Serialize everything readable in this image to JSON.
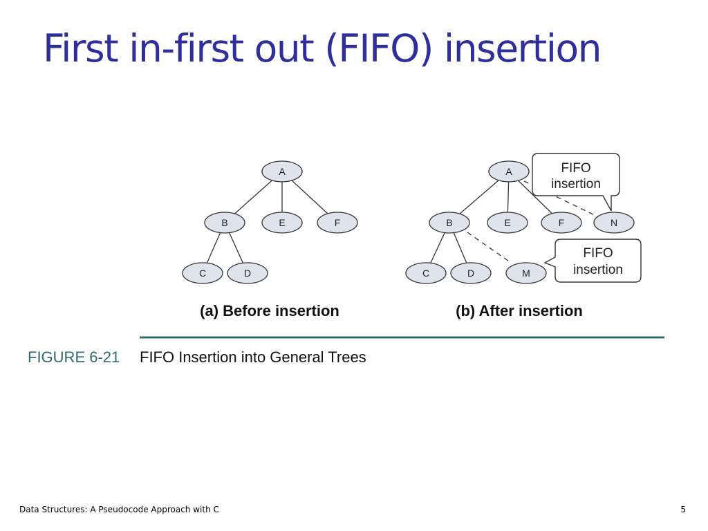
{
  "slide": {
    "title": "First in-first out (FIFO) insertion",
    "footer": "Data Structures: A Pseudocode Approach with C",
    "page_number": "5"
  },
  "figure": {
    "number": "FIGURE 6-21",
    "caption": "FIFO Insertion into General Trees",
    "colors": {
      "node_fill": "#dfe4ec",
      "node_stroke": "#333333",
      "rule": "#2f6b6b",
      "caption_text": "#2f6b6b"
    },
    "panels": [
      {
        "caption": "(a) Before insertion",
        "nodes": [
          {
            "label": "A"
          },
          {
            "label": "B"
          },
          {
            "label": "E"
          },
          {
            "label": "F"
          },
          {
            "label": "C"
          },
          {
            "label": "D"
          }
        ]
      },
      {
        "caption": "(b) After insertion",
        "nodes": [
          {
            "label": "A"
          },
          {
            "label": "B"
          },
          {
            "label": "E"
          },
          {
            "label": "F"
          },
          {
            "label": "N"
          },
          {
            "label": "C"
          },
          {
            "label": "D"
          },
          {
            "label": "M"
          }
        ],
        "callouts": [
          {
            "line1": "FIFO",
            "line2": "insertion"
          },
          {
            "line1": "FIFO",
            "line2": "insertion"
          }
        ]
      }
    ]
  }
}
